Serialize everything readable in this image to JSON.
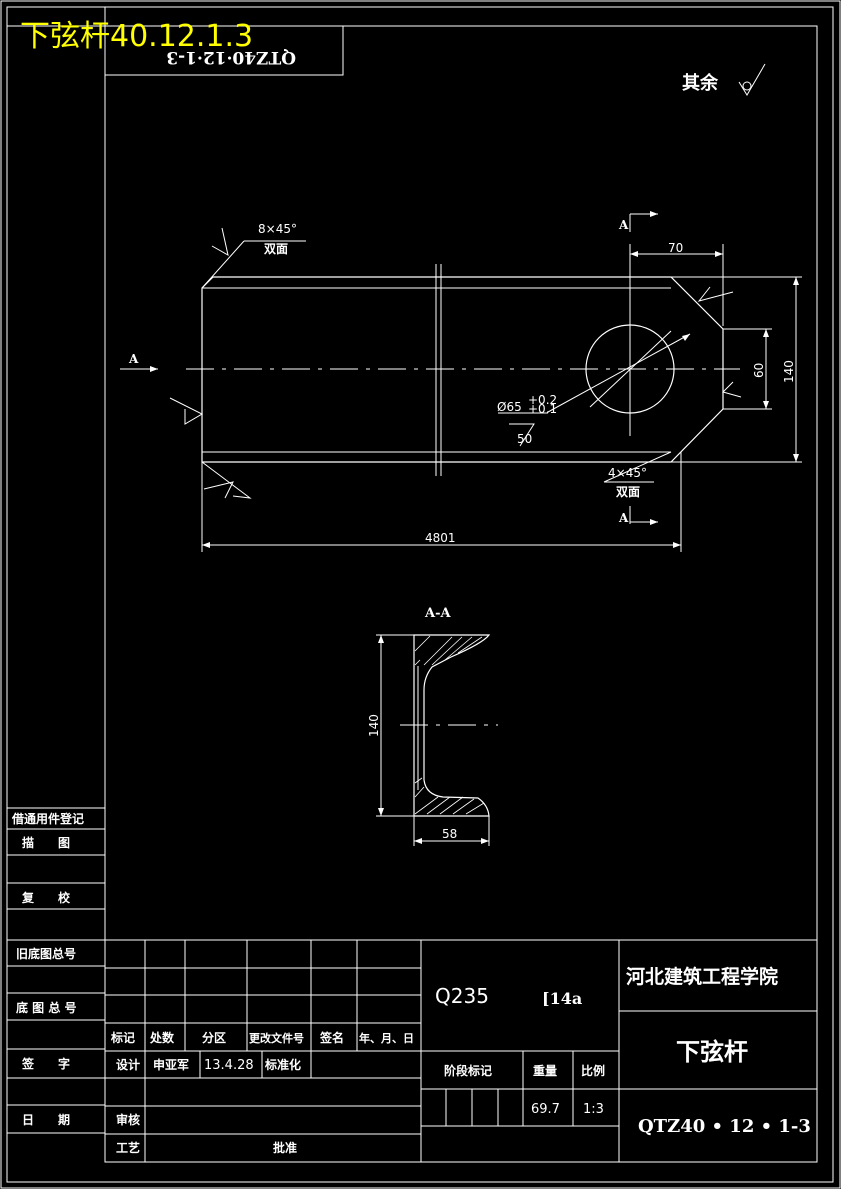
{
  "overlay_title": "下弦杆40.12.1.3",
  "mirrored_code": "QTZ40·12·1-3",
  "roughness_note": "其余",
  "main_view": {
    "section_mark": "A",
    "dim_70": "70",
    "dim_60": "60",
    "dim_140": "140",
    "dim_length": "4801",
    "chamfer_left_value": "8×45°",
    "chamfer_left_note": "双面",
    "chamfer_right_value": "4×45°",
    "chamfer_right_note": "双面",
    "hole_dia": "Ø65",
    "hole_tol_upper": "+0.2",
    "hole_tol_lower": "+0.1",
    "hole_roughness": "50"
  },
  "section_view": {
    "title": "A-A",
    "height": "140",
    "width": "58"
  },
  "left_column": {
    "borrow_register": "借通用件登记",
    "trace": "描　　图",
    "check": "复　　校",
    "old_base_no": "旧底图总号",
    "base_no": "底 图 总 号",
    "signature": "签　　字",
    "date": "日　　期"
  },
  "title_block": {
    "col_mark": "标记",
    "col_count": "处数",
    "col_zone": "分区",
    "col_change_doc": "更改文件号",
    "col_sign": "签名",
    "col_date": "年、月、日",
    "design_label": "设计",
    "designer": "申亚军",
    "design_date": "13.4.28",
    "standardize_label": "标准化",
    "review_label": "审核",
    "process_label": "工艺",
    "approve_label": "批准",
    "material": "Q235",
    "profile": "[14a",
    "stage_mark_label": "阶段标记",
    "weight_label": "重量",
    "scale_label": "比例",
    "weight_value": "69.7",
    "scale_value": "1:3",
    "institution": "河北建筑工程学院",
    "part_name": "下弦杆",
    "drawing_no": "QTZ40 • 12 • 1-3"
  }
}
